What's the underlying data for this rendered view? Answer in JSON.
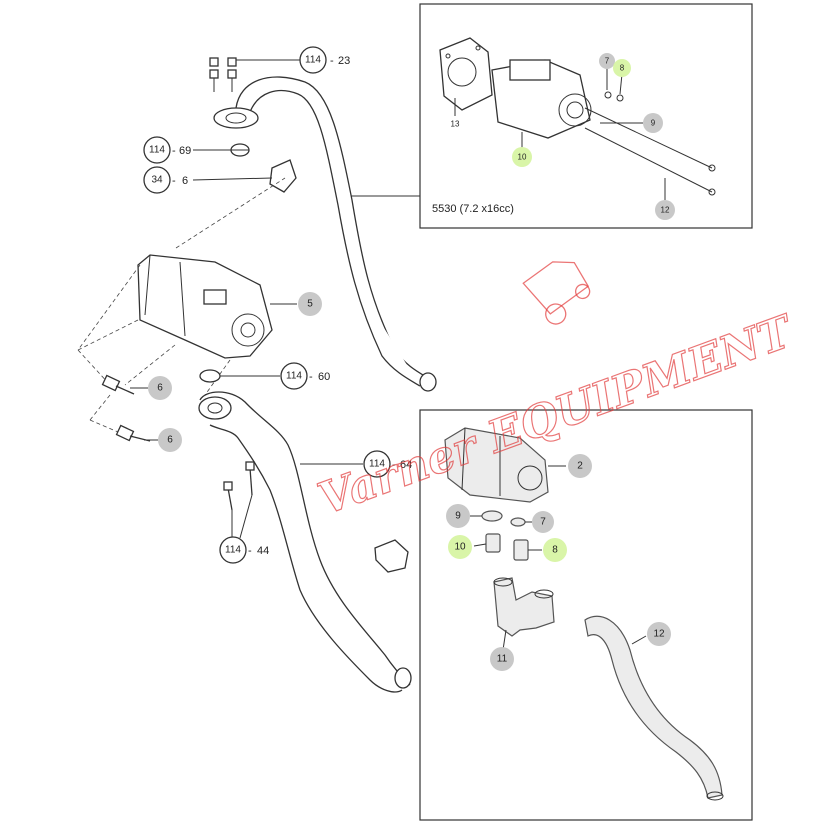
{
  "callouts_left": [
    {
      "ref": "114",
      "num": "23"
    },
    {
      "ref": "114",
      "num": "69"
    },
    {
      "ref": "34",
      "num": "6"
    },
    {
      "ref": "5"
    },
    {
      "ref": "114",
      "num": "60"
    },
    {
      "ref": "6"
    },
    {
      "ref": "6"
    },
    {
      "ref": "114",
      "num": "64"
    },
    {
      "ref": "114",
      "num": "44"
    }
  ],
  "inset_top": {
    "caption": "5530 (7.2 x16cc)",
    "labels": [
      "13",
      "7",
      "8",
      "9",
      "10",
      "12"
    ]
  },
  "inset_bottom": {
    "labels": [
      "2",
      "9",
      "7",
      "10",
      "8",
      "11",
      "12"
    ]
  },
  "watermark": "Varner EQUIPMENT",
  "colors": {
    "highlight": "#d9f5a8",
    "gray_circle": "#c8c8c8",
    "watermark": "#e23b3b"
  }
}
